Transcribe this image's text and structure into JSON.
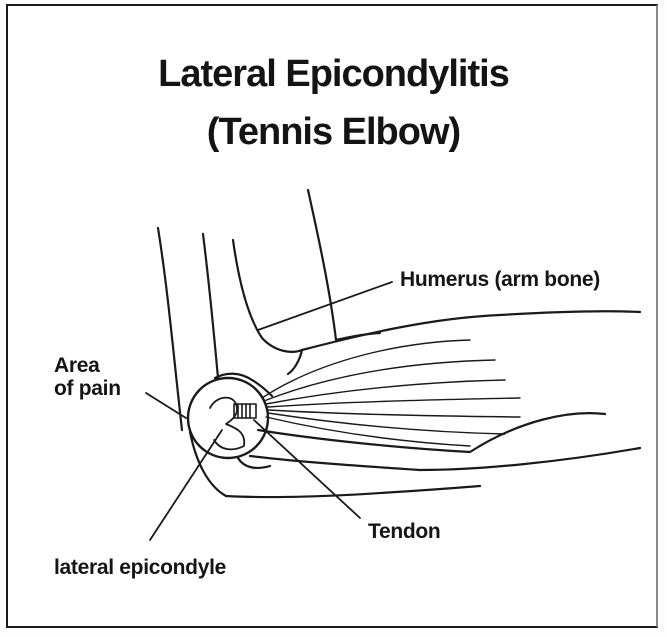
{
  "title": {
    "line1": "Lateral Epicondylitis",
    "line2": "(Tennis Elbow)"
  },
  "labels": {
    "area_line1": "Area",
    "area_line2": "of pain",
    "humerus": "Humerus (arm bone)",
    "tendon": "Tendon",
    "lateral_epicondyle": "lateral epicondyle"
  }
}
